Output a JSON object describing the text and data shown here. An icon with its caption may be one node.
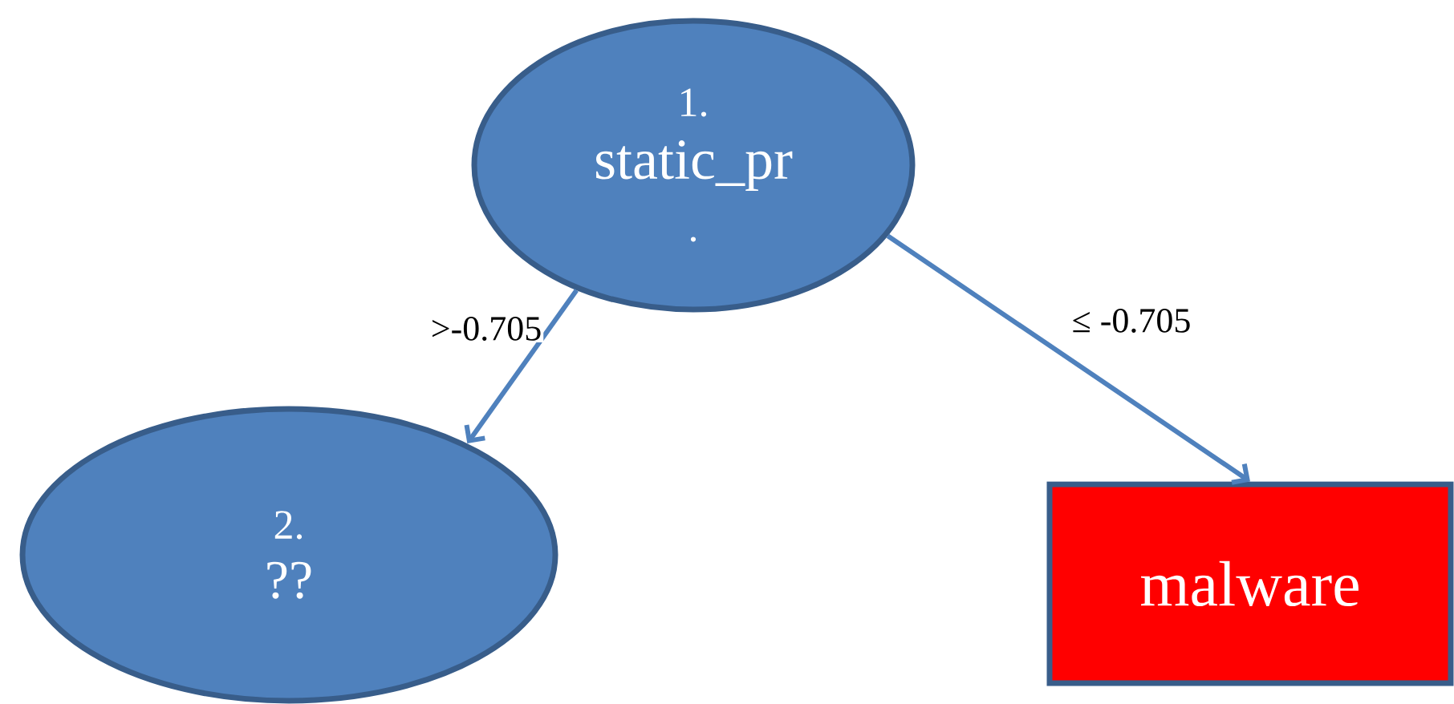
{
  "diagram": {
    "nodes": [
      {
        "text": [
          "1.",
          "static_pr",
          "."
        ]
      },
      {
        "text": [
          "2.",
          "??"
        ]
      },
      {
        "text": [
          "malware"
        ]
      }
    ],
    "edges": [
      {
        "from": 0,
        "to": 1,
        "arrow": "to",
        "label": ">-0.705"
      },
      {
        "from": 0,
        "to": 2,
        "arrow": "to",
        "label": "≤ -0.705"
      }
    ]
  }
}
